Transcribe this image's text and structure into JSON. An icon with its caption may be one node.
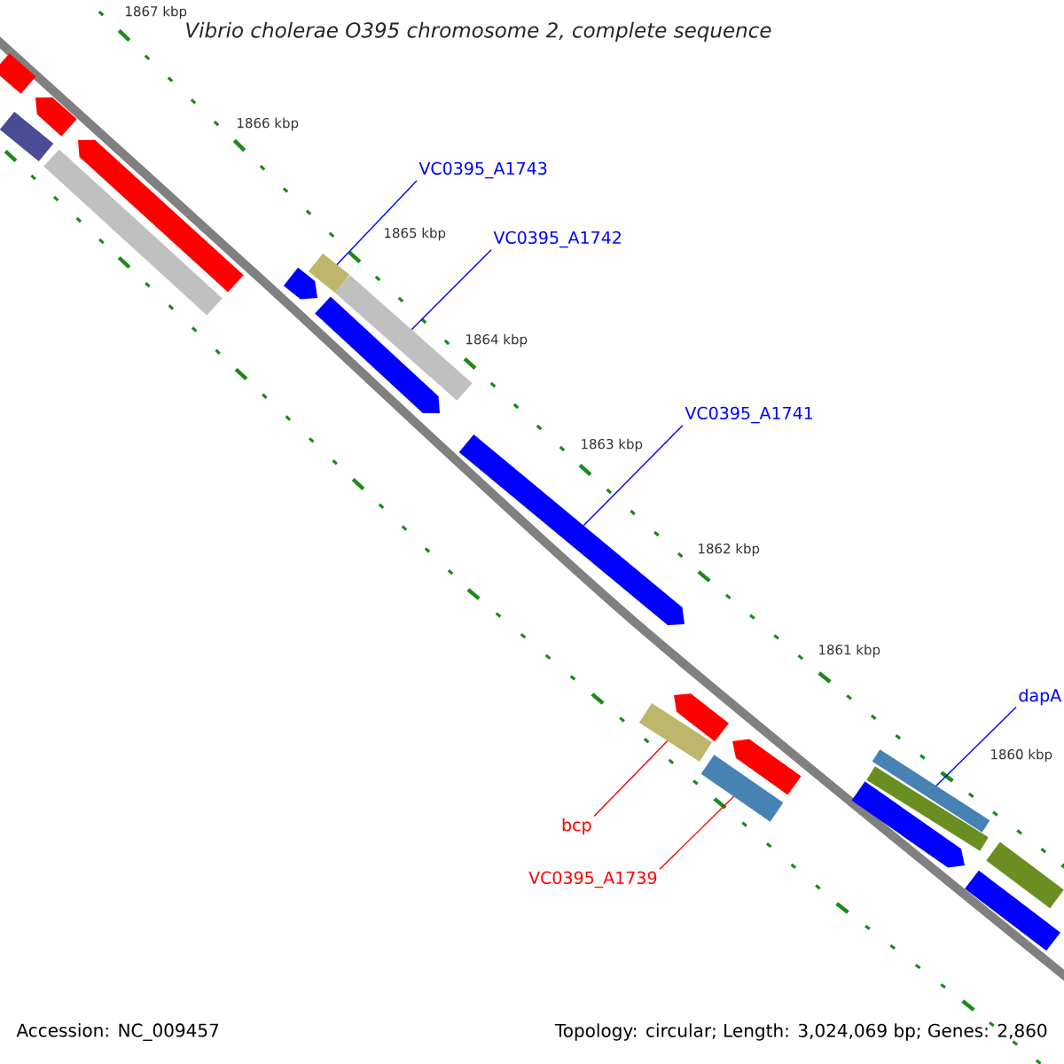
{
  "diagram": {
    "title": "Vibrio cholerae O395 chromosome 2, complete sequence",
    "nodes": [
      {
        "text": [
          "VC0395_A1743"
        ]
      },
      {
        "text": [],
        "shape": "bar"
      },
      {
        "text": [
          "VC0395_A1742"
        ]
      },
      {
        "text": [],
        "shape": "bar"
      },
      {
        "text": [
          "VC0395_A1741"
        ]
      },
      {
        "text": [],
        "shape": "bar"
      },
      {
        "text": [
          "dapA"
        ]
      },
      {
        "text": [],
        "shape": "bar"
      },
      {
        "text": [
          "bcp"
        ]
      },
      {
        "text": [],
        "shape": "bar"
      },
      {
        "text": [
          "VC0395_A1739"
        ]
      },
      {
        "text": [],
        "shape": "bar"
      },
      {
        "text": [],
        "shape": "bar"
      },
      {
        "text": [],
        "shape": "bar"
      },
      {
        "text": [],
        "shape": "bar"
      },
      {
        "text": [],
        "shape": "bar"
      },
      {
        "text": [],
        "shape": "bar"
      },
      {
        "text": [],
        "shape": "bar"
      },
      {
        "text": [],
        "shape": "bar"
      },
      {
        "text": [],
        "shape": "bar"
      },
      {
        "text": [],
        "shape": "bar"
      },
      {
        "text": [],
        "shape": "bar"
      },
      {
        "text": [],
        "shape": "bar"
      },
      {
        "text": [],
        "shape": "bar"
      },
      {
        "text": [],
        "shape": "bar"
      }
    ],
    "edges": [
      {
        "from": 0,
        "to": 1,
        "arrow": "none"
      },
      {
        "from": 2,
        "to": 3,
        "arrow": "none"
      },
      {
        "from": 4,
        "to": 5,
        "arrow": "none"
      },
      {
        "from": 6,
        "to": 7,
        "arrow": "none"
      },
      {
        "from": 8,
        "to": 9,
        "arrow": "none",
        "color": "#ff0000"
      },
      {
        "from": 10,
        "to": 11,
        "arrow": "none",
        "color": "#ff0000"
      }
    ],
    "labels": [
      "1867 kbp",
      "1866 kbp",
      "1865 kbp",
      "1864 kbp",
      "1863 kbp",
      "1862 kbp",
      "1861 kbp",
      "1860 kbp",
      "Accession: NC_009457",
      "Topology: circular; Length: 3,024,069 bp; Genes: 2,860"
    ]
  }
}
